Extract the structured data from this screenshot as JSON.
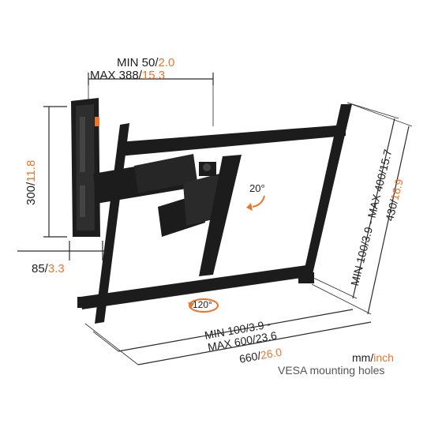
{
  "colors": {
    "mount": "#1c1c1c",
    "mount_highlight": "#3a3a3a",
    "dimension_line": "#2b2b2b",
    "accent": "#e8762d",
    "text": "#1e1e1e",
    "background": "#ffffff"
  },
  "dimensions": {
    "arm_distance": {
      "min_mm": "MIN 50/",
      "min_inch": "2.0",
      "max_mm": "MAX 388/",
      "max_inch": "15.3"
    },
    "wall_plate_height": {
      "mm": "300/",
      "inch": "11.8"
    },
    "wall_plate_depth": {
      "mm": "85/",
      "inch": "3.3"
    },
    "vesa_vertical": {
      "text": "MIN 100/3.9 - MAX 400/15.7"
    },
    "max_height": {
      "mm": "430/",
      "inch": "16.9"
    },
    "vesa_horizontal": {
      "line1": "MIN 100/3.9 -",
      "line2": "MAX 600/23.6"
    },
    "max_width": {
      "mm": "660/",
      "inch": "26.0"
    }
  },
  "angles": {
    "tilt": "20°",
    "swivel": "120°"
  },
  "legend": {
    "unit_mm": "mm/",
    "unit_inch": "inch",
    "caption": "VESA mounting holes"
  },
  "icons": [
    "tilt-arrow-icon",
    "swivel-arrow-icon"
  ]
}
